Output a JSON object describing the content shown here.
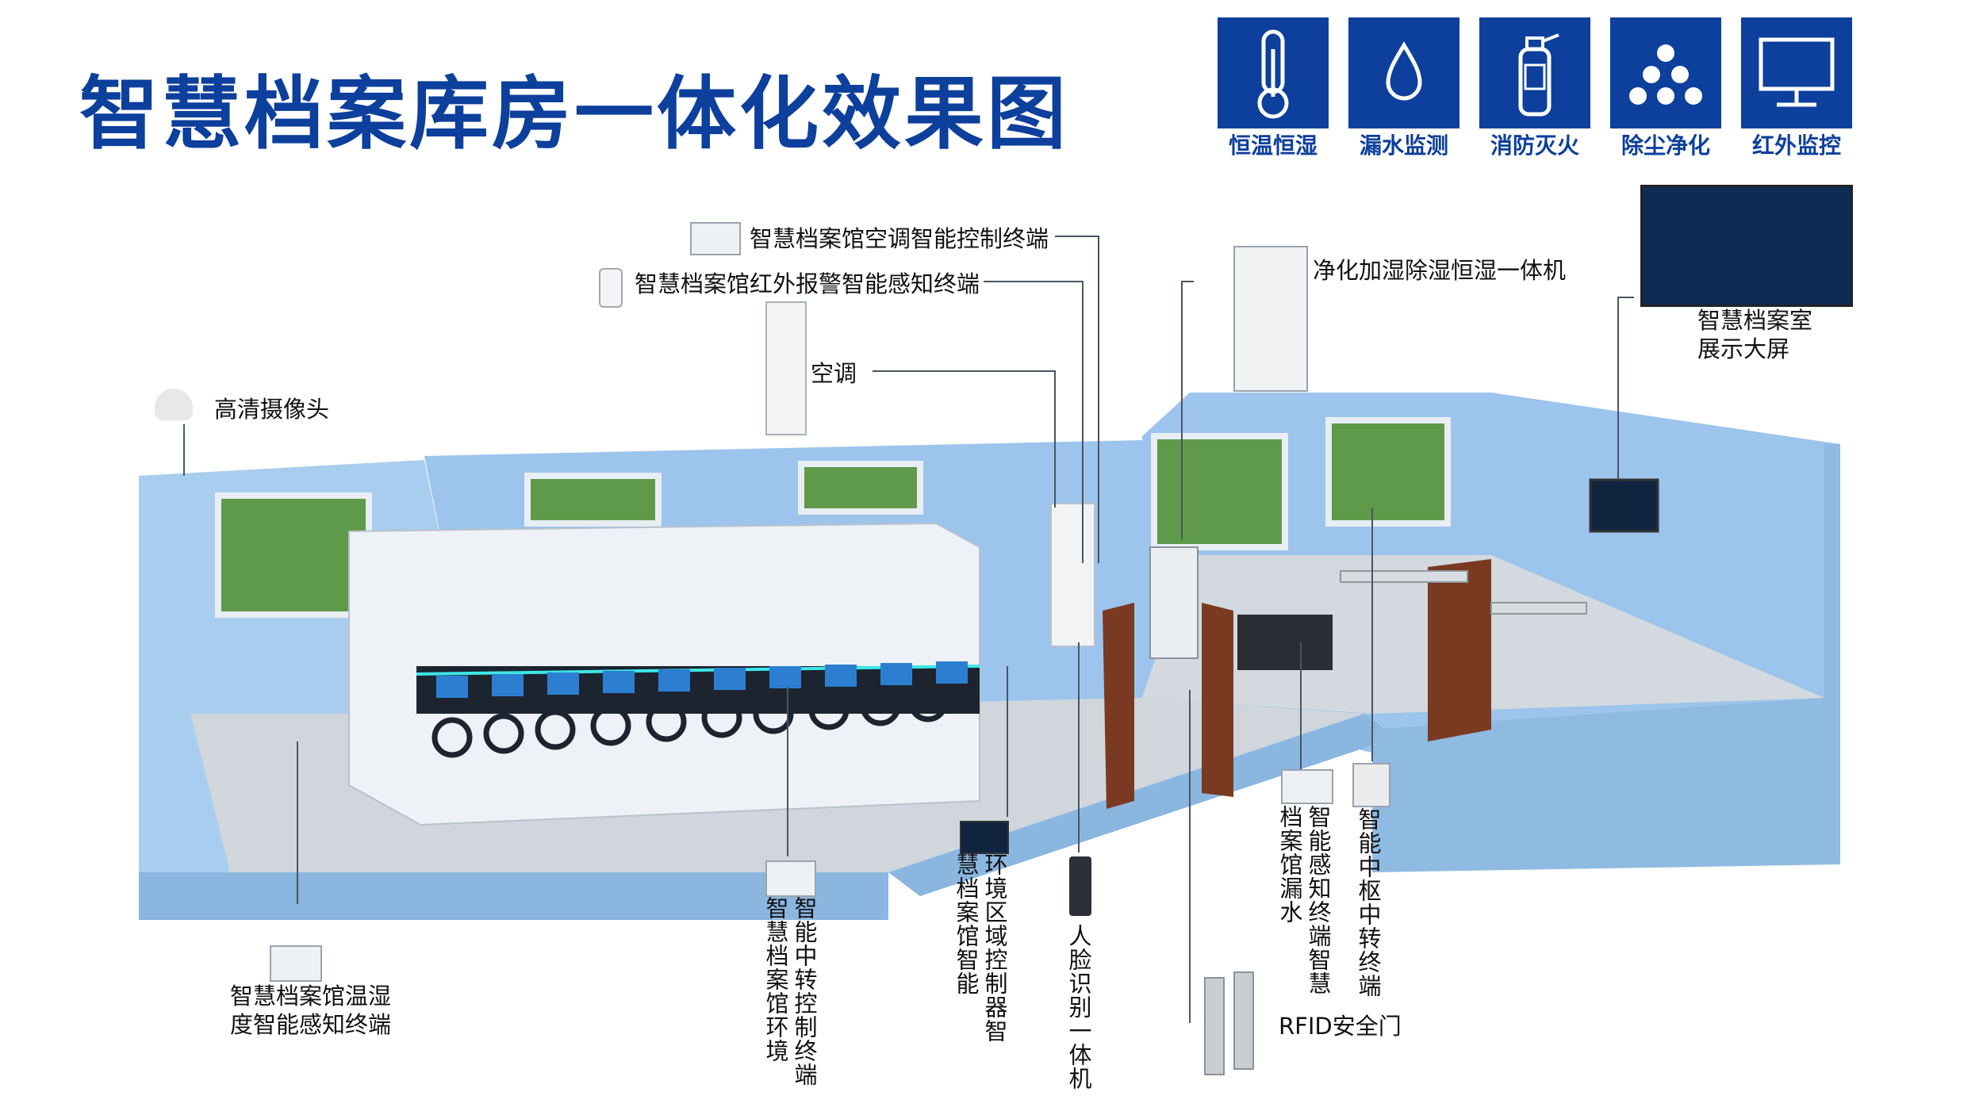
{
  "title": "智慧档案库房一体化效果图",
  "features": [
    {
      "label": "恒温恒湿",
      "icon": "thermometer-icon"
    },
    {
      "label": "漏水监测",
      "icon": "water-drop-icon"
    },
    {
      "label": "消防灭火",
      "icon": "fire-extinguisher-icon"
    },
    {
      "label": "除尘净化",
      "icon": "dust-dots-icon"
    },
    {
      "label": "红外监控",
      "icon": "monitor-icon"
    }
  ],
  "callouts": {
    "ac_terminal": "智慧档案馆空调智能控制终端",
    "ir_alarm": "智慧档案馆红外报警智能感知终端",
    "air_conditioner": "空调",
    "hd_camera": "高清摄像头",
    "purifier": "净化加湿除湿恒湿一体机",
    "display_screen": "智慧档案室\n展示大屏",
    "temp_humidity": "智慧档案馆温湿度智能感知终端",
    "relay_env": "智能中转控制终端智慧档案馆环境",
    "zone_controller": "环境区域控制器智慧档案馆智能",
    "face_recognition": "人脸识别一体机",
    "water_leak": "智能感知终端智慧档案馆漏水",
    "hub_relay": "智能中枢中转终端",
    "rfid_gate": "RFID安全门"
  },
  "colors": {
    "brand": "#0d3f9c",
    "wall": "#9cc4ec",
    "floor": "#cfd6dd"
  }
}
